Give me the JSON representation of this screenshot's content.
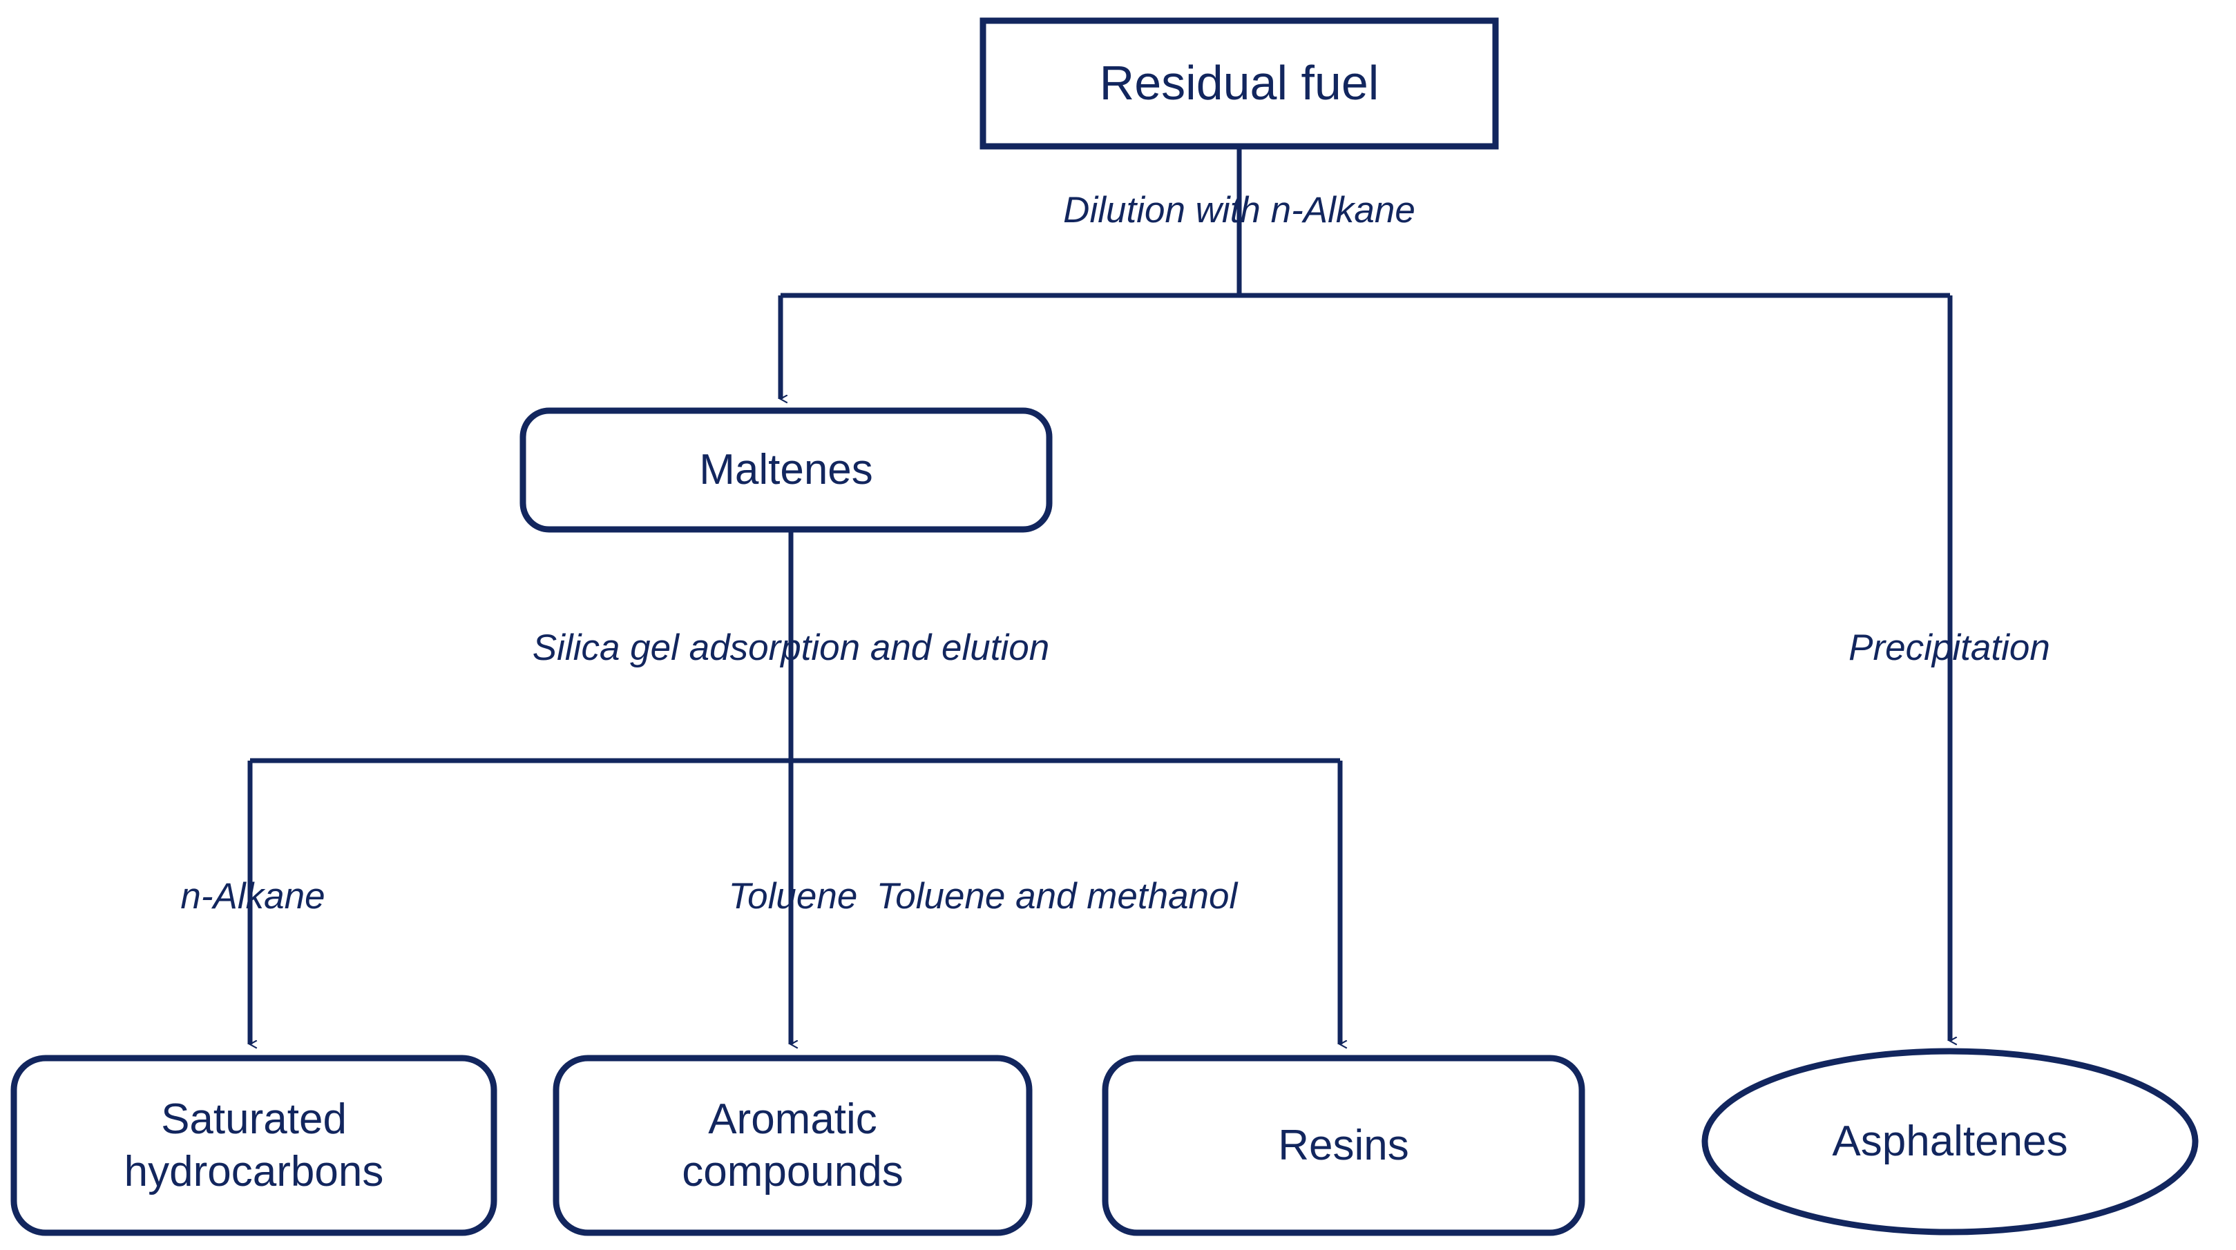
{
  "diagram": {
    "title": "Residual fuel SARA fractionation scheme",
    "colors": {
      "stroke": "#12265e",
      "text": "#12265e",
      "background": "#ffffff"
    },
    "nodes": [
      {
        "id": "residual-fuel",
        "label": "Residual fuel",
        "shape": "rectangle"
      },
      {
        "id": "maltenes",
        "label": "Maltenes",
        "shape": "rounded-rectangle"
      },
      {
        "id": "saturated-hydrocarbons",
        "label": "Saturated\nhydrocarbons",
        "shape": "rounded-rectangle"
      },
      {
        "id": "aromatic-compounds",
        "label": "Aromatic\ncompounds",
        "shape": "rounded-rectangle"
      },
      {
        "id": "resins",
        "label": "Resins",
        "shape": "rounded-rectangle"
      },
      {
        "id": "asphaltenes",
        "label": "Asphaltenes",
        "shape": "ellipse"
      }
    ],
    "edge_labels": [
      {
        "id": "dilution",
        "label": "Dilution with n-Alkane",
        "from": "residual-fuel",
        "to": "maltenes"
      },
      {
        "id": "precipitation",
        "label": "Precipitation",
        "from": "residual-fuel",
        "to": "asphaltenes"
      },
      {
        "id": "silica-gel",
        "label": "Silica gel adsorption and elution",
        "from": "maltenes",
        "to": "fractions"
      },
      {
        "id": "n-alkane",
        "label": "n-Alkane",
        "from": "maltenes",
        "to": "saturated-hydrocarbons"
      },
      {
        "id": "toluene",
        "label": "Toluene",
        "from": "maltenes",
        "to": "aromatic-compounds"
      },
      {
        "id": "toluene-methanol",
        "label": "Toluene and methanol",
        "from": "maltenes",
        "to": "resins"
      }
    ]
  }
}
